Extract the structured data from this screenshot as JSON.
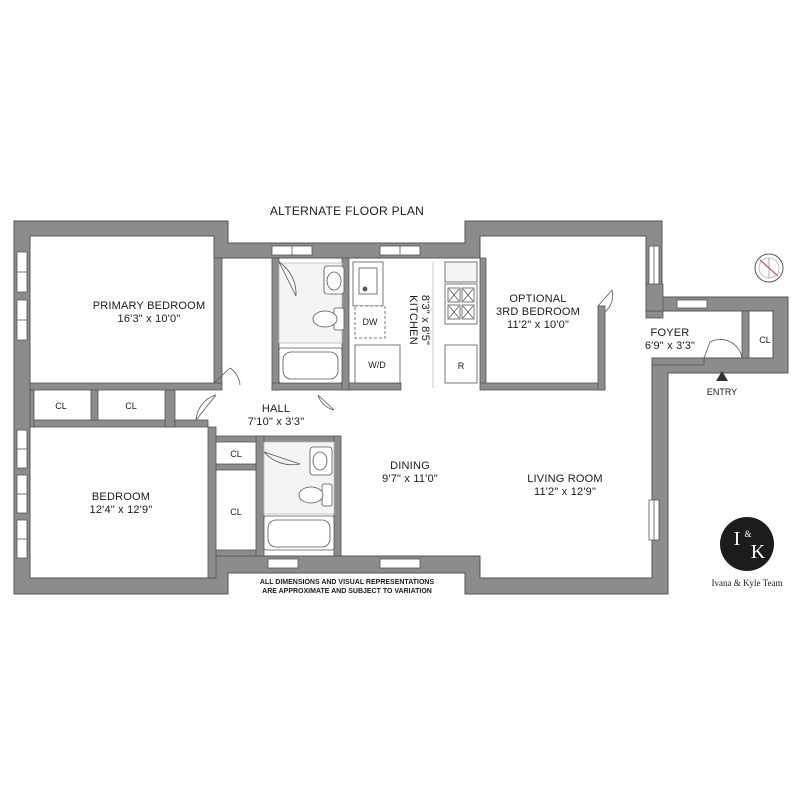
{
  "title": "ALTERNATE FLOOR PLAN",
  "rooms": {
    "primary_bedroom": {
      "name": "PRIMARY BEDROOM",
      "dims": "16'3\" x 10'0\""
    },
    "bedroom": {
      "name": "BEDROOM",
      "dims": "12'4\" x 12'9\""
    },
    "hall": {
      "name": "HALL",
      "dims": "7'10\" x 3'3\""
    },
    "kitchen": {
      "name": "KITCHEN",
      "dims": "8'3\" x 8'5\""
    },
    "optional_bedroom": {
      "line1": "OPTIONAL",
      "line2": "3RD BEDROOM",
      "dims": "11'2\" x 10'0\""
    },
    "foyer": {
      "name": "FOYER",
      "dims": "6'9\" x 3'3\""
    },
    "dining": {
      "name": "DINING",
      "dims": "9'7\" x 11'0\""
    },
    "living_room": {
      "name": "LIVING ROOM",
      "dims": "11'2\" x 12'9\""
    }
  },
  "fixtures": {
    "closet": "CL",
    "dishwasher": "DW",
    "washer_dryer": "W/D",
    "range": "R"
  },
  "entry_label": "ENTRY",
  "disclaimer": {
    "line1": "ALL DIMENSIONS AND VISUAL REPRESENTATIONS",
    "line2": "ARE APPROXIMATE AND SUBJECT TO VARIATION"
  },
  "logo": {
    "letter1": "I",
    "amp": "&",
    "letter2": "K",
    "team": "Ivana & Kyle Team"
  },
  "colors": {
    "wall": "#8c8c8c",
    "wall_edge": "#555555",
    "background": "#ffffff",
    "logo_bg": "#1c1c1c"
  }
}
